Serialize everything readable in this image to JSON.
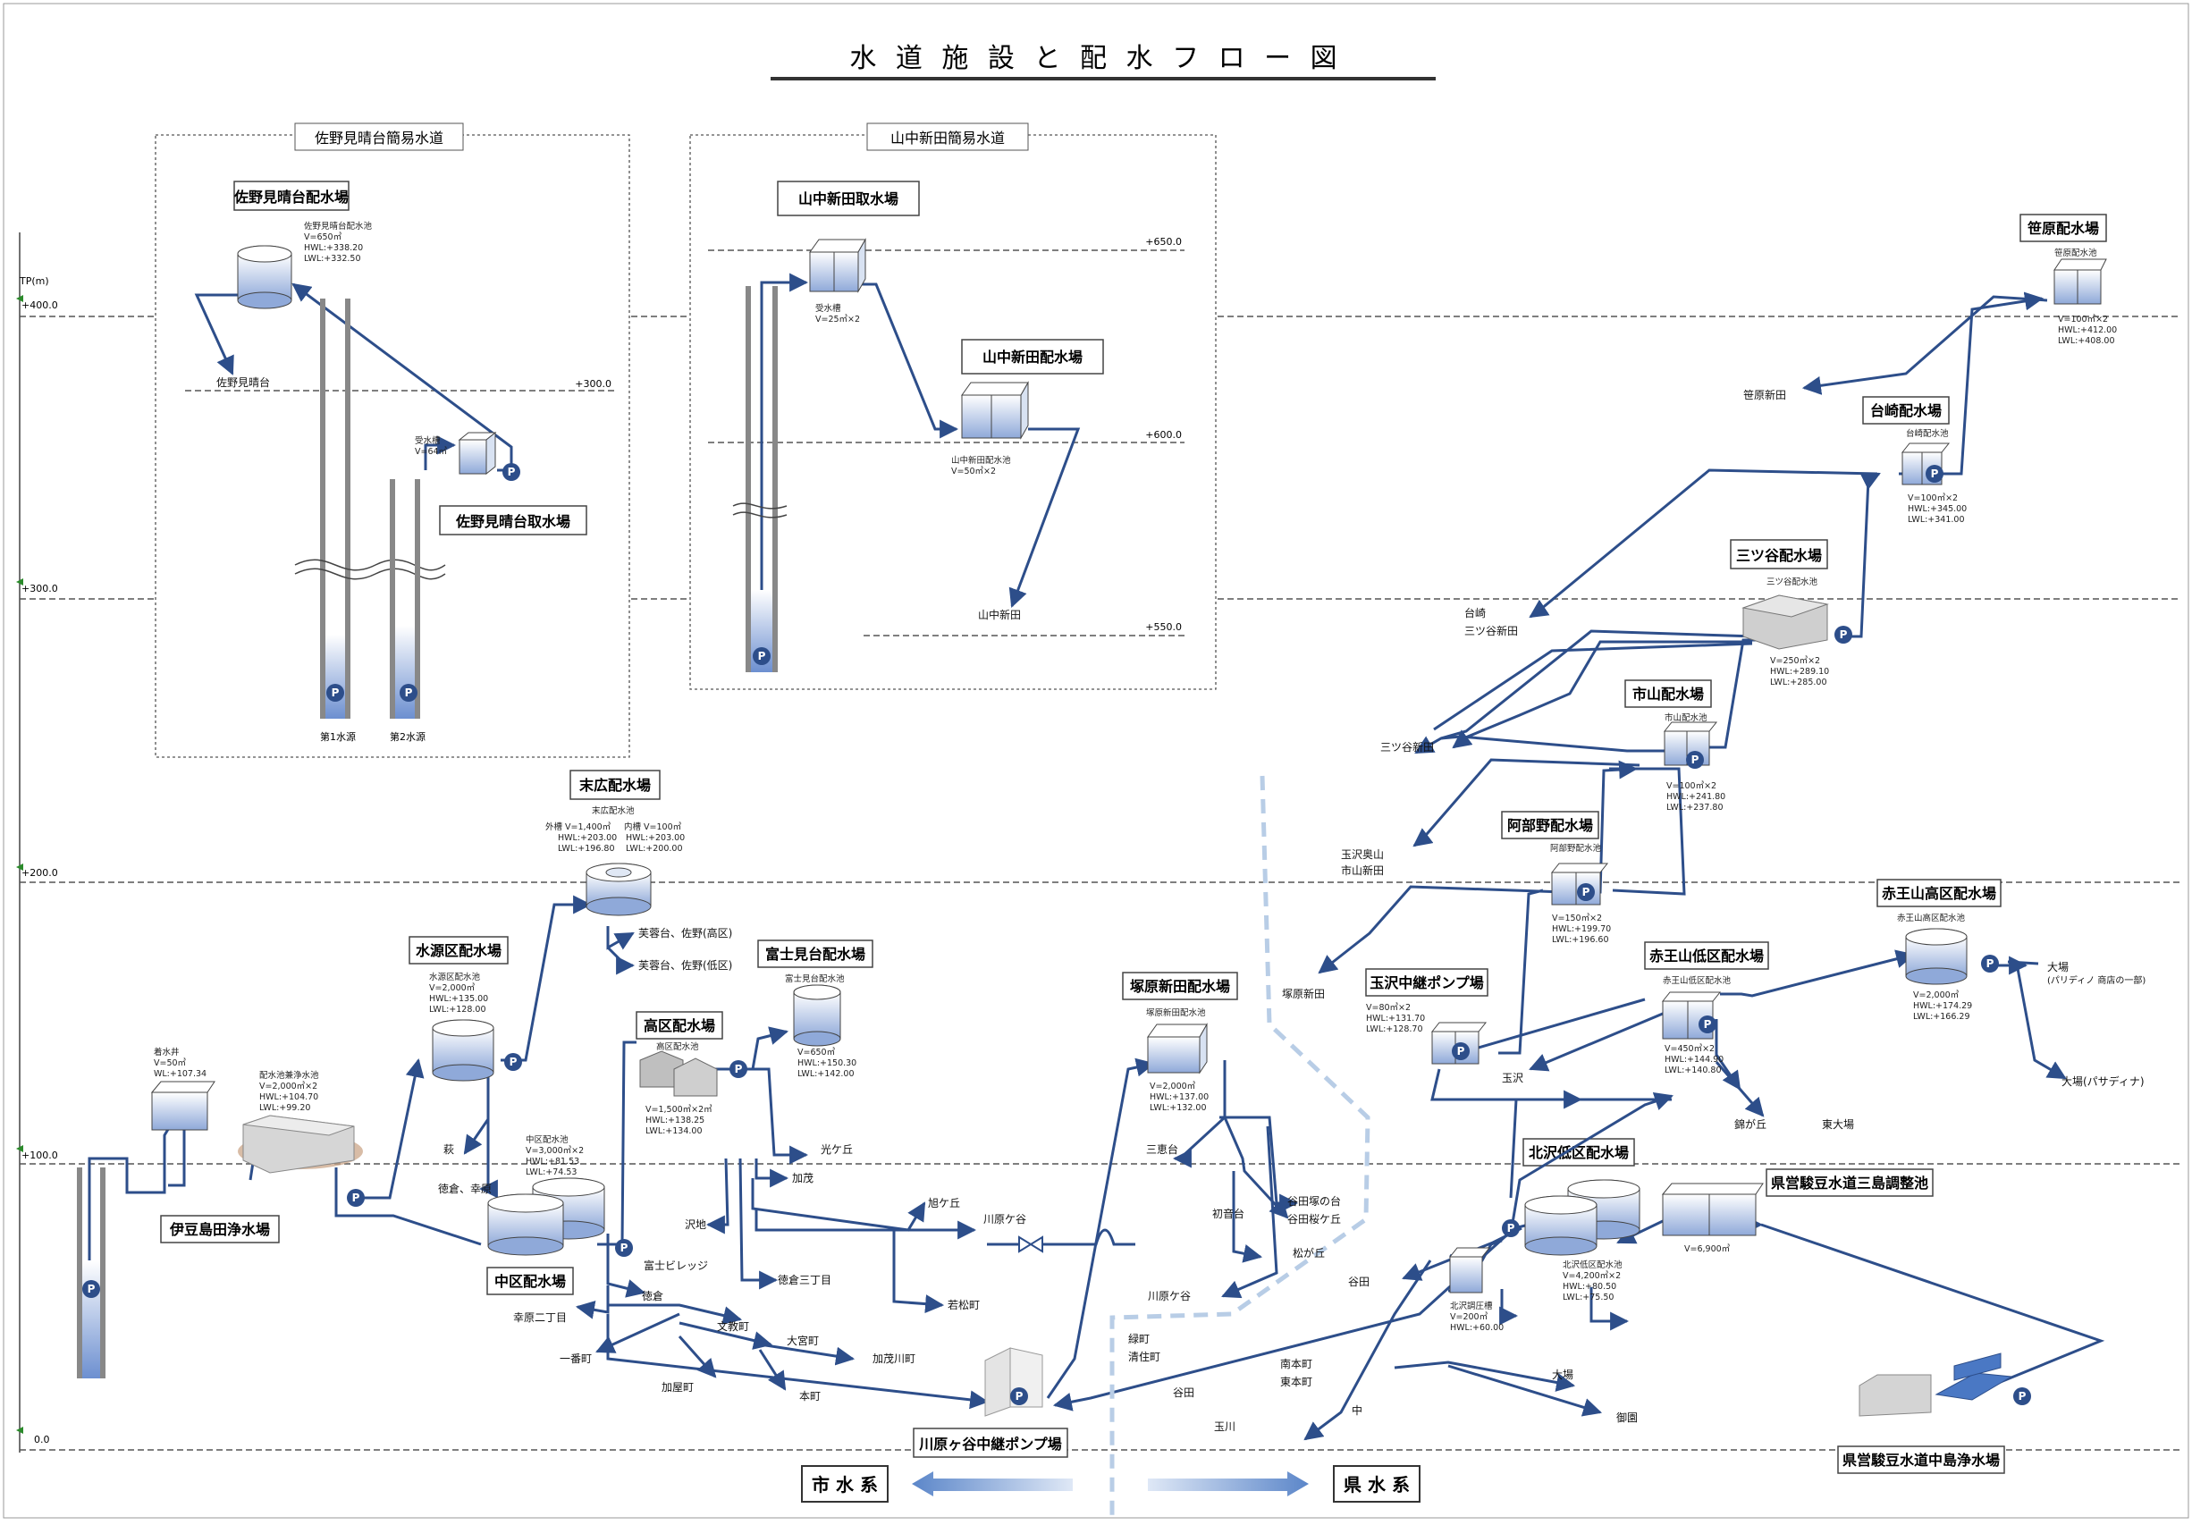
{
  "title": "水 道 施 設 と 配 水 フ ロ ー 図",
  "axis": {
    "unit": "TP(m)",
    "ticks": [
      "+400.0",
      "+300.0",
      "+200.0",
      "+100.0",
      "0.0"
    ],
    "local_levels": [
      "+300.0",
      "+650.0",
      "+600.0",
      "+550.0"
    ]
  },
  "groups": {
    "sano": "佐野見晴台簡易水道",
    "yamanaka": "山中新田簡易水道"
  },
  "stations": {
    "sano_haisui": "佐野見晴台配水場",
    "sano_shusui": "佐野見晴台取水場",
    "yamanaka_shusui": "山中新田取水場",
    "yamanaka_haisui": "山中新田配水場",
    "suehiro": "末広配水場",
    "mizunuma": "水源区配水場",
    "fujimigaoka": "富士見台配水場",
    "kouku": "高区配水場",
    "chuku": "中区配水場",
    "izushimada": "伊豆島田浄水場",
    "tsukahara": "塚原新田配水場",
    "kawaharagaya_pump": "川原ヶ谷中継ポンプ場",
    "sasahara": "笹原配水場",
    "daisaki": "台崎配水場",
    "mitsuya": "三ツ谷配水場",
    "ichiyama": "市山配水場",
    "abeno": "阿部野配水場",
    "tamazawa_pump": "玉沢中継ポンプ場",
    "akao_high": "赤王山高区配水場",
    "akao_low": "赤王山低区配水場",
    "kitazawa": "北沢低区配水場",
    "ken_mishima": "県営駿豆水道三島調整池",
    "ken_nakajima": "県営駿豆水道中島浄水場"
  },
  "specs": {
    "sano_pool": [
      "佐野見晴台配水池",
      "V=650㎥",
      "HWL:+338.20",
      "LWL:+332.50"
    ],
    "sano_tank": [
      "受水槽",
      "V=64㎥"
    ],
    "wells": [
      "第1水源",
      "第2水源"
    ],
    "yamanaka_tank": [
      "受水槽",
      "V=25㎥×2"
    ],
    "yamanaka_pool": [
      "山中新田配水池",
      "V=50㎥×2"
    ],
    "suehiro_pool": "末広配水池",
    "suehiro_outer": [
      "外槽 V=1,400㎥",
      "HWL:+203.00",
      "LWL:+196.80"
    ],
    "suehiro_inner": [
      "内槽 V=100㎥",
      "HWL:+203.00",
      "LWL:+200.00"
    ],
    "mizunuma_pool": [
      "水源区配水池",
      "V=2,000㎥",
      "HWL:+135.00",
      "LWL:+128.00"
    ],
    "fuji_pool": [
      "富士見台配水池",
      "V=650㎥",
      "HWL:+150.30",
      "LWL:+142.00"
    ],
    "kouku_pool": [
      "高区配水池",
      "V=1,500㎥×2㎥",
      "HWL:+138.25",
      "LWL:+134.00"
    ],
    "chuku_pool": [
      "中区配水池",
      "V=3,000㎥×2",
      "HWL:+81.53",
      "LWL:+74.53"
    ],
    "joshui": [
      "着水井",
      "V=50㎥",
      "WL:+107.34"
    ],
    "kanshi": [
      "配水池兼浄水池",
      "V=2,000㎥×2",
      "HWL:+104.70",
      "LWL:+99.20"
    ],
    "tsukahara_pool": [
      "塚原新田配水池",
      "V=2,000㎥",
      "HWL:+137.00",
      "LWL:+132.00"
    ],
    "sasahara_pool": [
      "笹原配水池",
      "V=100㎥×2",
      "HWL:+412.00",
      "LWL:+408.00"
    ],
    "daisaki_pool": [
      "台崎配水池",
      "V=100㎥×2",
      "HWL:+345.00",
      "LWL:+341.00"
    ],
    "mitsuya_pool": [
      "三ツ谷配水池",
      "V=250㎥×2",
      "HWL:+289.10",
      "LWL:+285.00"
    ],
    "ichiyama_pool": [
      "市山配水池",
      "V=100㎥×2",
      "HWL:+241.80",
      "LWL:+237.80"
    ],
    "abeno_pool": [
      "阿部野配水池",
      "V=150㎥×2",
      "HWL:+199.70",
      "LWL:+196.60"
    ],
    "tamazawa_pool": [
      "V=80㎥×2",
      "HWL:+131.70",
      "LWL:+128.70"
    ],
    "akao_high_pool": [
      "赤王山高区配水池",
      "V=2,000㎥",
      "HWL:+174.29",
      "LWL:+166.29"
    ],
    "akao_low_pool": [
      "赤王山低区配水池",
      "V=450㎥×2",
      "HWL:+144.90",
      "LWL:+140.80"
    ],
    "kitazawa_pool": [
      "北沢低区配水池",
      "V=4,200㎥×2",
      "HWL:+80.50",
      "LWL:+75.50"
    ],
    "kitazawa_tank": [
      "北沢調圧槽",
      "V=200㎥",
      "HWL:+60.00"
    ],
    "ken_pool": "V=6,900㎥"
  },
  "places": {
    "sano_area": "佐野見晴台",
    "yamanaka_area": "山中新田",
    "fuyodai_high": "芙蓉台、佐野(高区)",
    "fuyodai_low": "芙蓉台、佐野(低区)",
    "hagi": "萩",
    "tokura": "徳倉、幸原",
    "kogaoka": "光ケ丘",
    "kamo": "加茂",
    "asahigaoka": "旭ケ丘",
    "kawaharagaya": "川原ケ谷",
    "sawaji": "沢地",
    "fuji_village": "富士ビレッジ",
    "tokura3": "徳倉三丁目",
    "wakamatsu": "若松町",
    "tokura_b": "徳倉",
    "kohara2": "幸原二丁目",
    "bunkyo": "文教町",
    "ichiban": "一番町",
    "omiya": "大宮町",
    "kamogawa": "加茂川町",
    "kaya": "加屋町",
    "hon": "本町",
    "sankeidai": "三恵台",
    "hatsunedai": "初音台",
    "yadazuka": "谷田塚の台",
    "yadasakura": "谷田桜ケ丘",
    "matsugaoka": "松が丘",
    "kawaharagaya_b": "川原ケ谷",
    "sasahara_area": "笹原新田",
    "daisaki_area": "台崎",
    "mitsuya_area": "三ツ谷新田",
    "mitsuya_b": "三ツ谷新田",
    "tamazawa_okuyama": "玉沢奥山",
    "ichiyama_area": "市山新田",
    "tsukahara_area": "塚原新田",
    "oba_main": "大場",
    "oba_sub": "(パリディノ 商店の一部)",
    "oba_pasa": "大場(パサディナ)",
    "tamazawa": "玉沢",
    "nishikigaoka": "錦が丘",
    "higashioba": "東大場",
    "yada": "谷田",
    "midori": "緑町",
    "kiyozumi": "清住町",
    "minamihon": "南本町",
    "higashihon": "東本町",
    "yada_b": "谷田",
    "tamagawa": "玉川",
    "naka": "中",
    "oba_b": "大場",
    "misono": "御園"
  },
  "legend": {
    "city": "市 水 系",
    "pref": "県 水 系"
  },
  "pump_symbol": "P"
}
